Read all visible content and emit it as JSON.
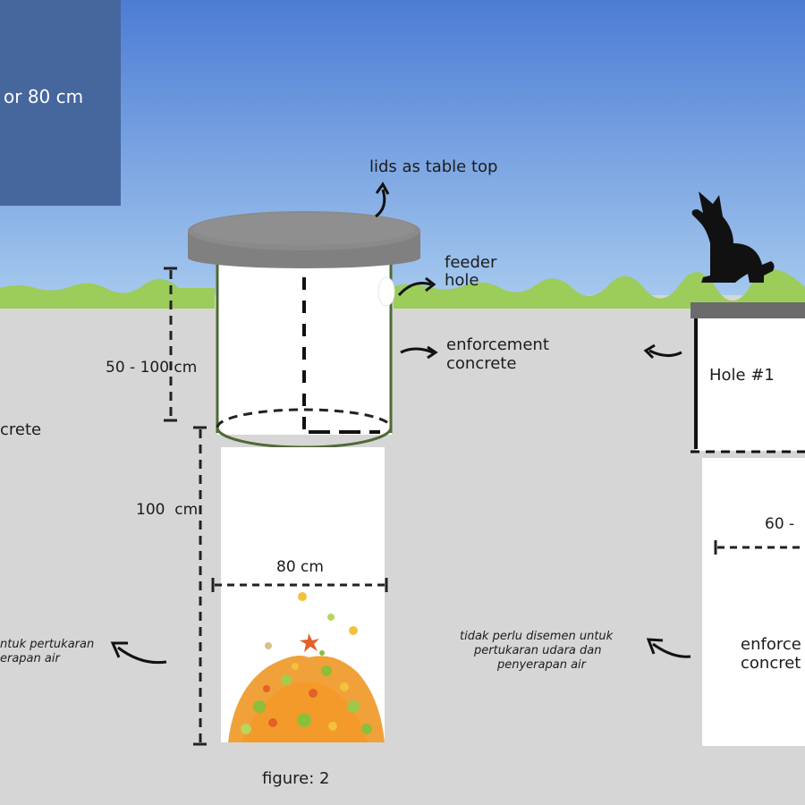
{
  "banner": {
    "text": "or 80 cm"
  },
  "labels": {
    "lids": "lids as table top",
    "feeder_line1": "feeder",
    "feeder_line2": "hole",
    "enforcement_line1": "enforcement",
    "enforcement_line2": "concrete",
    "depth_upper": "50 - 100 cm",
    "depth_lower": "100  cm",
    "width": "80 cm",
    "left_concrete": "crete",
    "left_note_line1": "ntuk pertukaran",
    "left_note_line2": "erapan air",
    "note_line1": "tidak perlu disemen untuk",
    "note_line2": "pertukaran udara dan",
    "note_line3": "penyerapan air",
    "hole": "Hole #1",
    "right_depth": "60 -",
    "right_enforce_line1": "enforce",
    "right_enforce_line2": "concret",
    "caption": "figure: 2"
  },
  "icons": {
    "dog": "dog-silhouette-icon",
    "compost": "compost-pile-icon"
  },
  "colors": {
    "sky_top": "#4f7fd6",
    "sky_bottom": "#9fc4ec",
    "grass": "#9ccc5a",
    "ground": "#d6d6d6",
    "banner": "#46669e",
    "lid": "#808080",
    "cylinder_outline": "#4e6a34",
    "compost_orange": "#f29a2e",
    "compost_green": "#8bbf3a"
  }
}
